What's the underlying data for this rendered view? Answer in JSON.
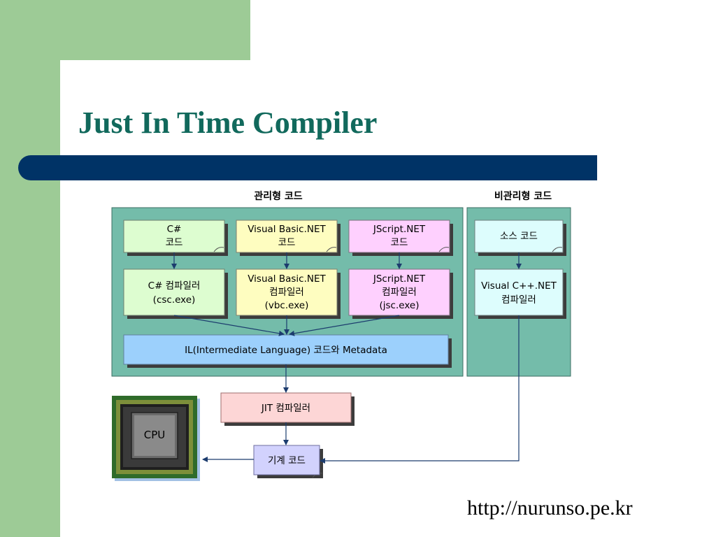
{
  "title": "Just In Time Compiler",
  "url": "http://nurunso.pe.kr",
  "diagram": {
    "managed_header": "관리형 코드",
    "unmanaged_header": "비관리형 코드",
    "csharp_code": [
      "C#",
      "코드"
    ],
    "vb_code": [
      "Visual Basic.NET",
      "코드"
    ],
    "js_code": [
      "JScript.NET",
      "코드"
    ],
    "source_code": "소스 코드",
    "csharp_compiler": [
      "C# 컴파일러",
      "(csc.exe)"
    ],
    "vb_compiler": [
      "Visual Basic.NET",
      "컴파일러",
      "(vbc.exe)"
    ],
    "js_compiler": [
      "JScript.NET",
      "컴파일러",
      "(jsc.exe)"
    ],
    "cpp_compiler": [
      "Visual C++.NET",
      "컴파일러"
    ],
    "il_box": "IL(Intermediate Language) 코드와 Metadata",
    "jit_box": "JIT 컴파일러",
    "machine_code": "기계 코드",
    "cpu": "CPU"
  },
  "colors": {
    "panel": "#74bcaa",
    "code_green": "#ddfdd0",
    "code_yellow": "#fefdc0",
    "code_pink": "#fed0fe",
    "code_cyan": "#ddfdfd",
    "il_blue": "#9cd0fc",
    "jit_pink": "#fdd6d6",
    "machine_lavender": "#d2d2fd",
    "title": "#11695c",
    "bar": "#003366"
  }
}
